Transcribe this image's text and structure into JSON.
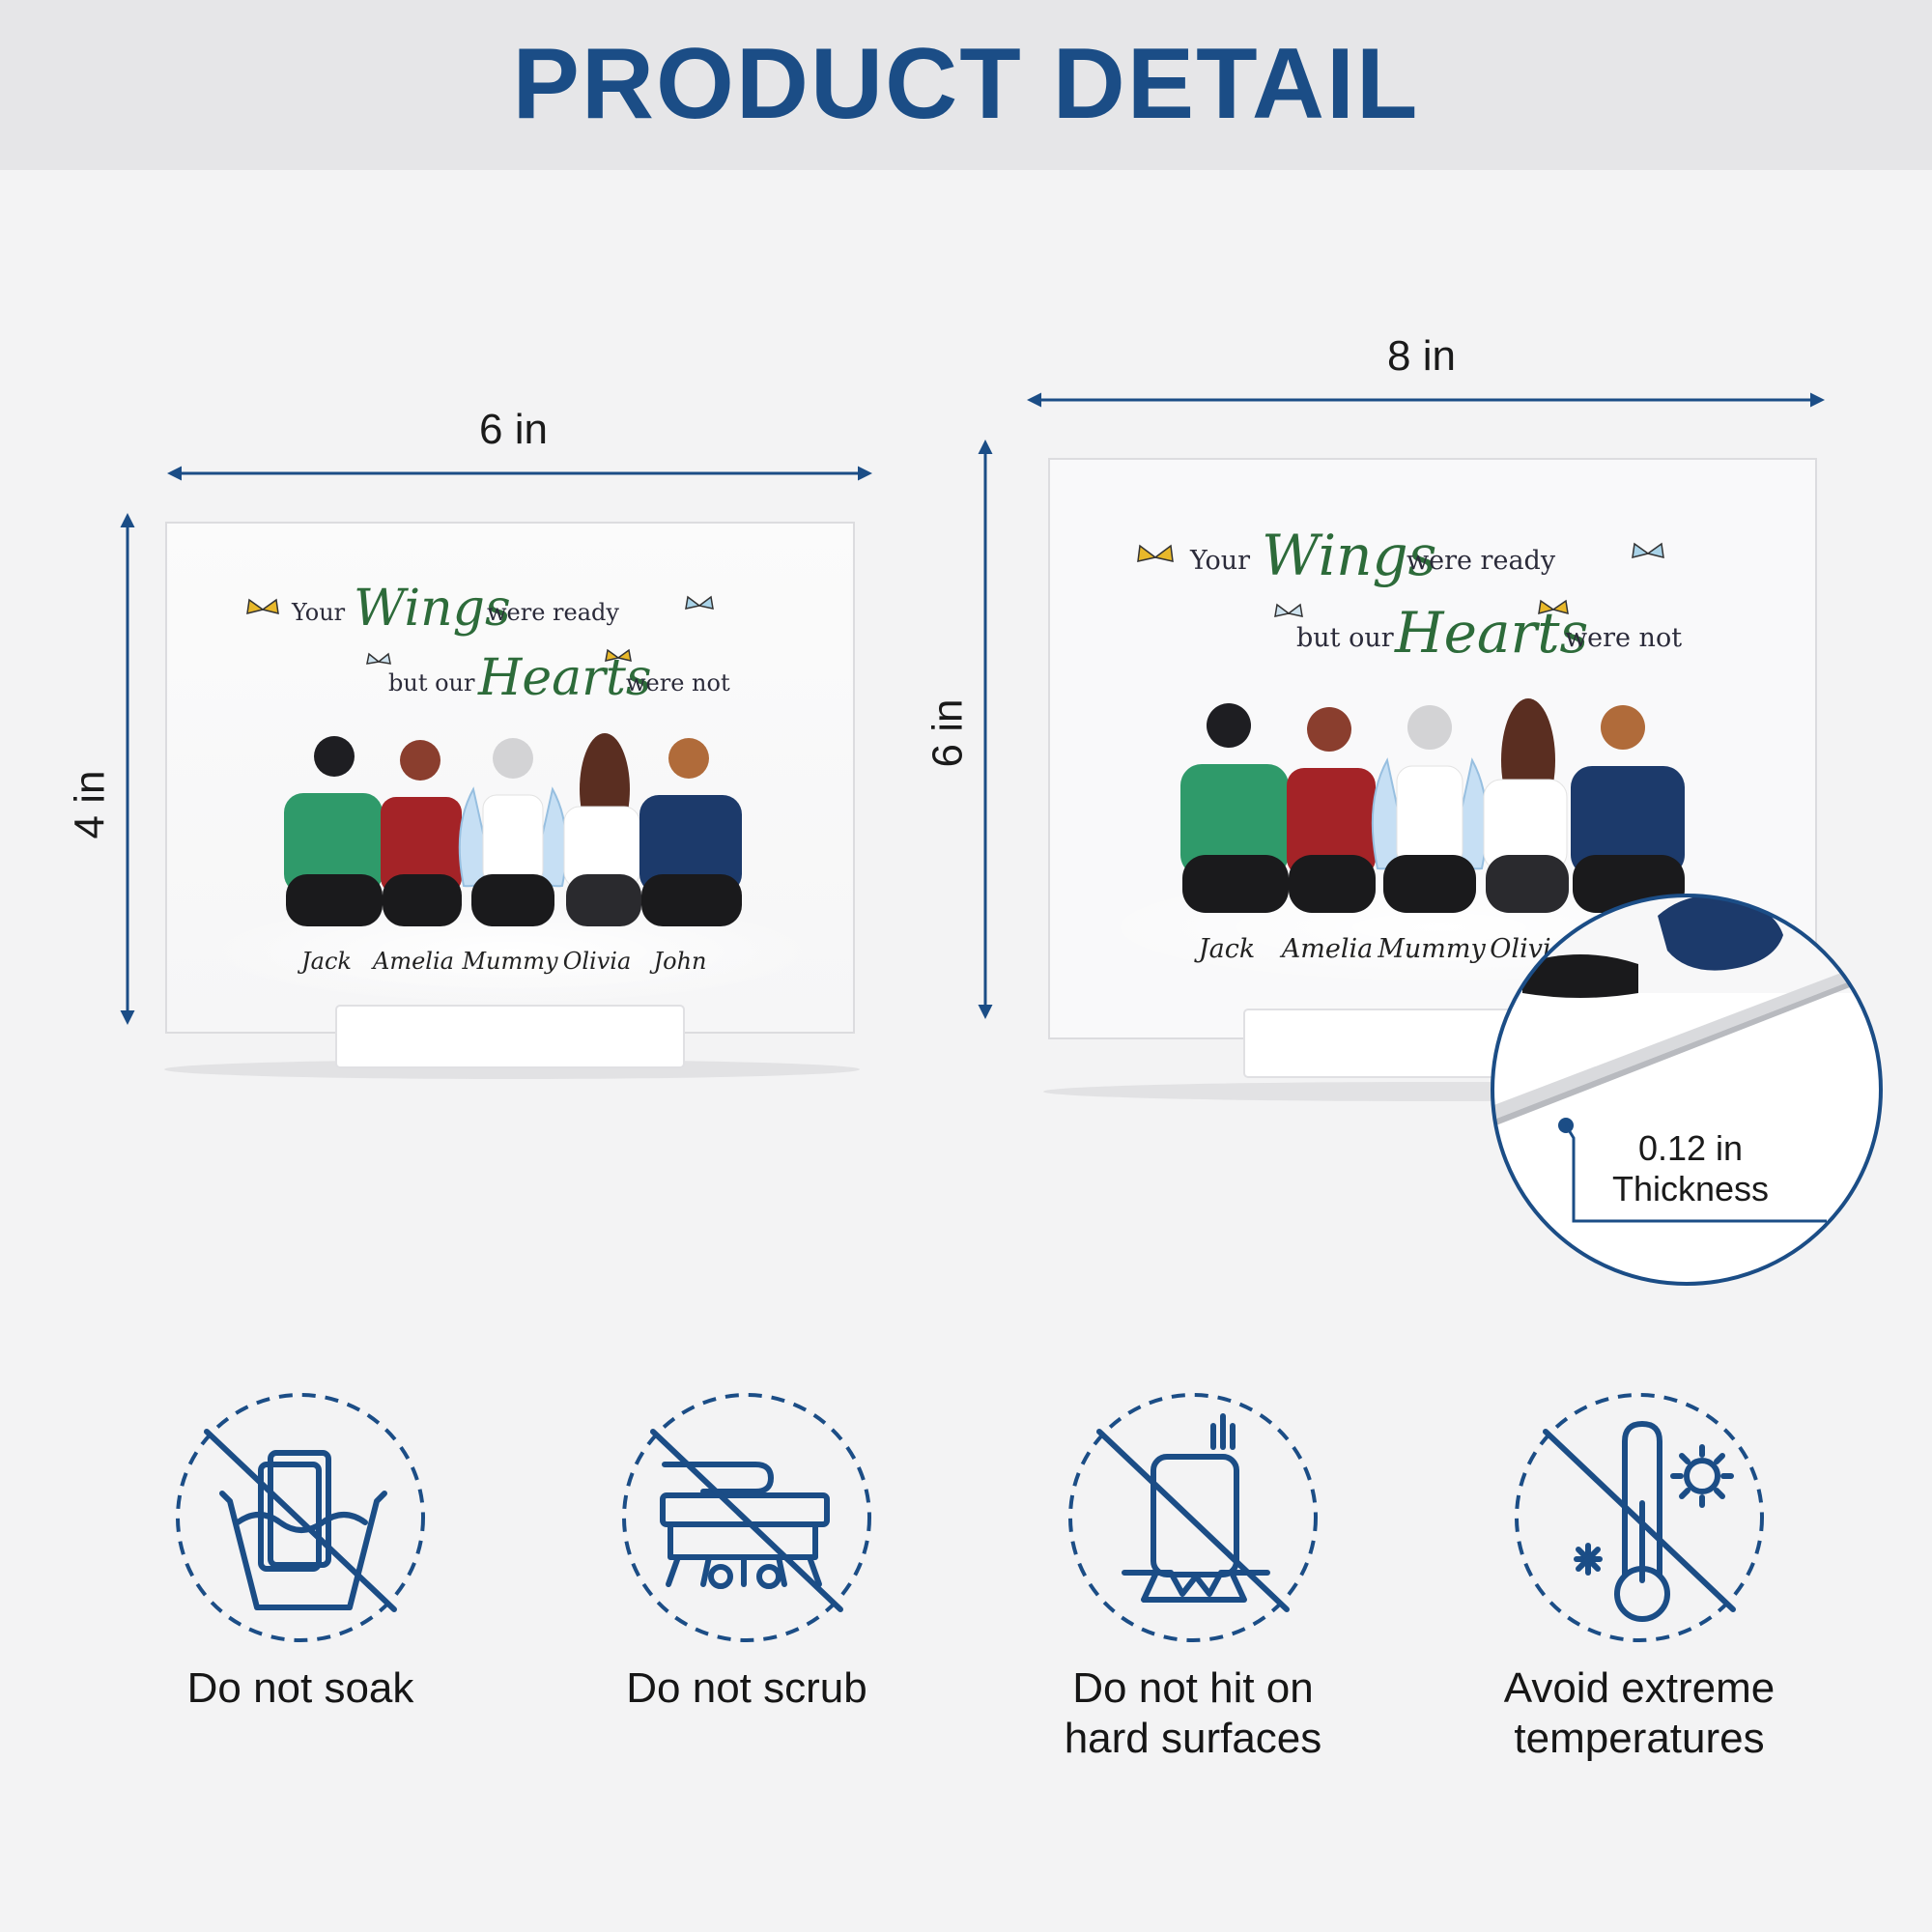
{
  "header": {
    "title": "PRODUCT DETAIL"
  },
  "small_plaque": {
    "width_label": "6 in",
    "height_label": "4 in"
  },
  "large_plaque": {
    "width_label": "8 in",
    "height_label": "6 in"
  },
  "plaque_text": {
    "line1_prefix": "Your",
    "line1_script": "Wings",
    "line1_suffix": "were ready",
    "line2_prefix": "but our",
    "line2_script": "Hearts",
    "line2_suffix": "were not"
  },
  "family_names": [
    "Jack",
    "Amelia",
    "Mummy",
    "Olivia",
    "John"
  ],
  "thickness": {
    "value": "0.12 in",
    "label": "Thickness"
  },
  "care_instructions": [
    {
      "label": "Do not soak",
      "icon": "no-soak-icon"
    },
    {
      "label": "Do not scrub",
      "icon": "no-scrub-icon"
    },
    {
      "label": "Do not hit on hard surfaces",
      "icon": "no-hit-icon"
    },
    {
      "label": "Avoid extreme temperatures",
      "icon": "avoid-temperature-icon"
    }
  ],
  "colors": {
    "accent": "#1b4d86",
    "script_green": "#2d6b3a",
    "background": "#f3f3f4"
  }
}
